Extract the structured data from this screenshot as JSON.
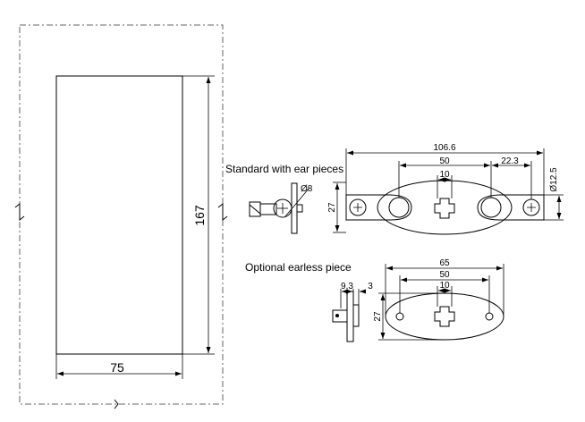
{
  "front_view": {
    "width_label": "75",
    "height_label": "167"
  },
  "standard": {
    "caption": "Standard with ear pieces",
    "overall_label": "106.6",
    "hole_span_label": "50",
    "center_label": "10",
    "offset_label": "22.3",
    "height_label": "27",
    "diameter_label": "Ø12.5",
    "side_diameter_label": "Ø8"
  },
  "optional": {
    "caption": "Optional earless piece",
    "overall_label": "65",
    "hole_span_label": "50",
    "center_label": "10",
    "height_label": "27",
    "side_a_label": "9.3",
    "side_b_label": "3"
  }
}
